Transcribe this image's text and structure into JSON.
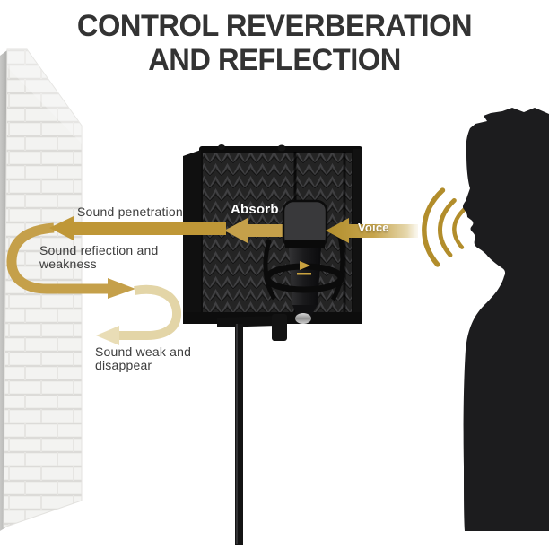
{
  "title": {
    "line1": "CONTROL REVERBERATION",
    "line2": "AND REFLECTION"
  },
  "labels": {
    "sound_penetration": "Sound penetration",
    "sound_reflection": "Sound refiection and\nweakness",
    "sound_weak": "Sound weak and\ndisappear",
    "absorb": "Absorb",
    "voice": "Voice"
  },
  "colors": {
    "background": "#ffffff",
    "title_text": "#333333",
    "label_text": "#3c3c3c",
    "arrow_gold": "#bf9737",
    "arrow_gold_mid": "#c5a04a",
    "arrow_gold_pale": "#e3d5a7",
    "sound_wave_gold": "#b28d2b",
    "silhouette": "#1c1c1e",
    "foam": "#242424",
    "shield_frame": "#0c0c0c",
    "wall": "#f3f3f1"
  },
  "icons": {
    "sound-wave-icon": "three concentric gold arcs near mouth",
    "sound-penetration-arrow-icon": "gold arrow pointing left through shield toward wall",
    "sound-reflection-arrow-icon": "gold U-turn arrow curving off wall pointing right",
    "sound-weak-arrow-icon": "pale gold U-turn arrow fading, pointing left",
    "absorb-arrow-icon": "gold arrow pointing left into foam",
    "voice-arrow-icon": "gold arrow with fading tail pointing left into shield"
  }
}
